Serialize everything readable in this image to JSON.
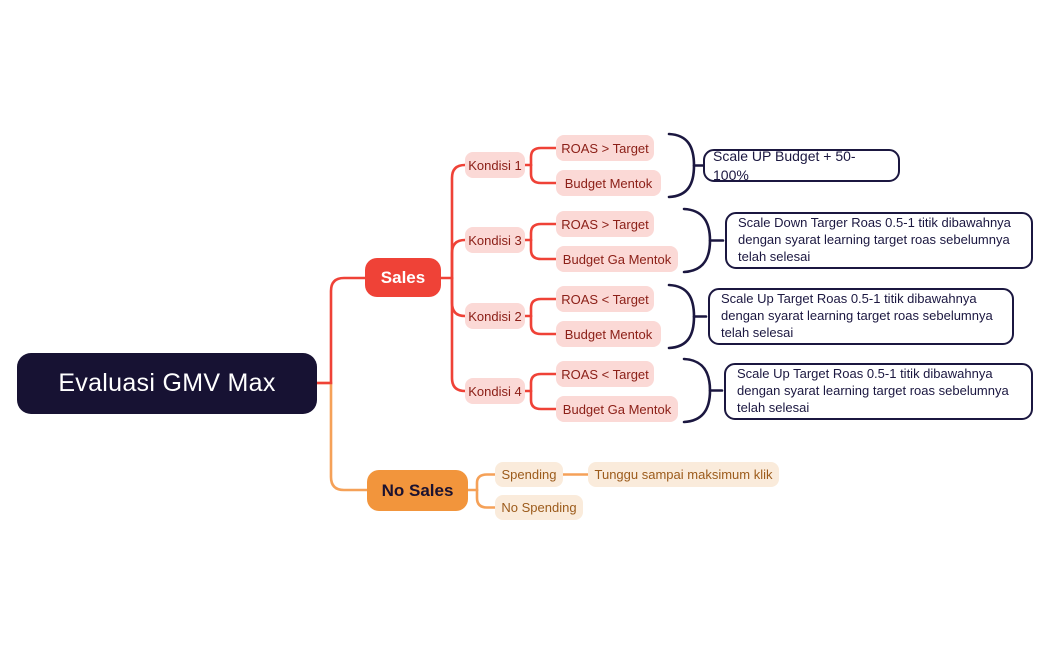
{
  "title": "Evaluasi GMV Max",
  "colors": {
    "navy": "#1B1740",
    "root_bg": "#171233",
    "red": "#EF4237",
    "pink_bg": "#FBD9D6",
    "pink_text": "#8C2018",
    "orange_bg": "#F2953C",
    "orange_line": "#F5A158",
    "cream_bg": "#FAEBDB",
    "cream_text": "#9C5B1B"
  },
  "root": {
    "label": "Evaluasi GMV Max"
  },
  "branches": {
    "sales": {
      "label": "Sales",
      "groups": [
        {
          "kondisi": "Kondisi 1",
          "conditions": [
            "ROAS > Target",
            "Budget Mentok"
          ],
          "result": "Scale UP Budget + 50-100%"
        },
        {
          "kondisi": "Kondisi 3",
          "conditions": [
            "ROAS > Target",
            "Budget Ga Mentok"
          ],
          "result": "Scale Down Targer Roas 0.5-1 titik dibawahnya dengan syarat learning target roas sebelumnya telah selesai"
        },
        {
          "kondisi": "Kondisi 2",
          "conditions": [
            "ROAS < Target",
            "Budget Mentok"
          ],
          "result": "Scale Up Target Roas 0.5-1 titik dibawahnya dengan syarat learning target roas sebelumnya telah selesai"
        },
        {
          "kondisi": "Kondisi 4",
          "conditions": [
            "ROAS < Target",
            "Budget Ga Mentok"
          ],
          "result": "Scale Up Target Roas 0.5-1 titik dibawahnya dengan syarat learning target roas sebelumnya telah selesai"
        }
      ]
    },
    "no_sales": {
      "label": "No Sales",
      "children": [
        {
          "label": "Spending",
          "result": "Tunggu sampai maksimum klik"
        },
        {
          "label": "No Spending"
        }
      ]
    }
  }
}
